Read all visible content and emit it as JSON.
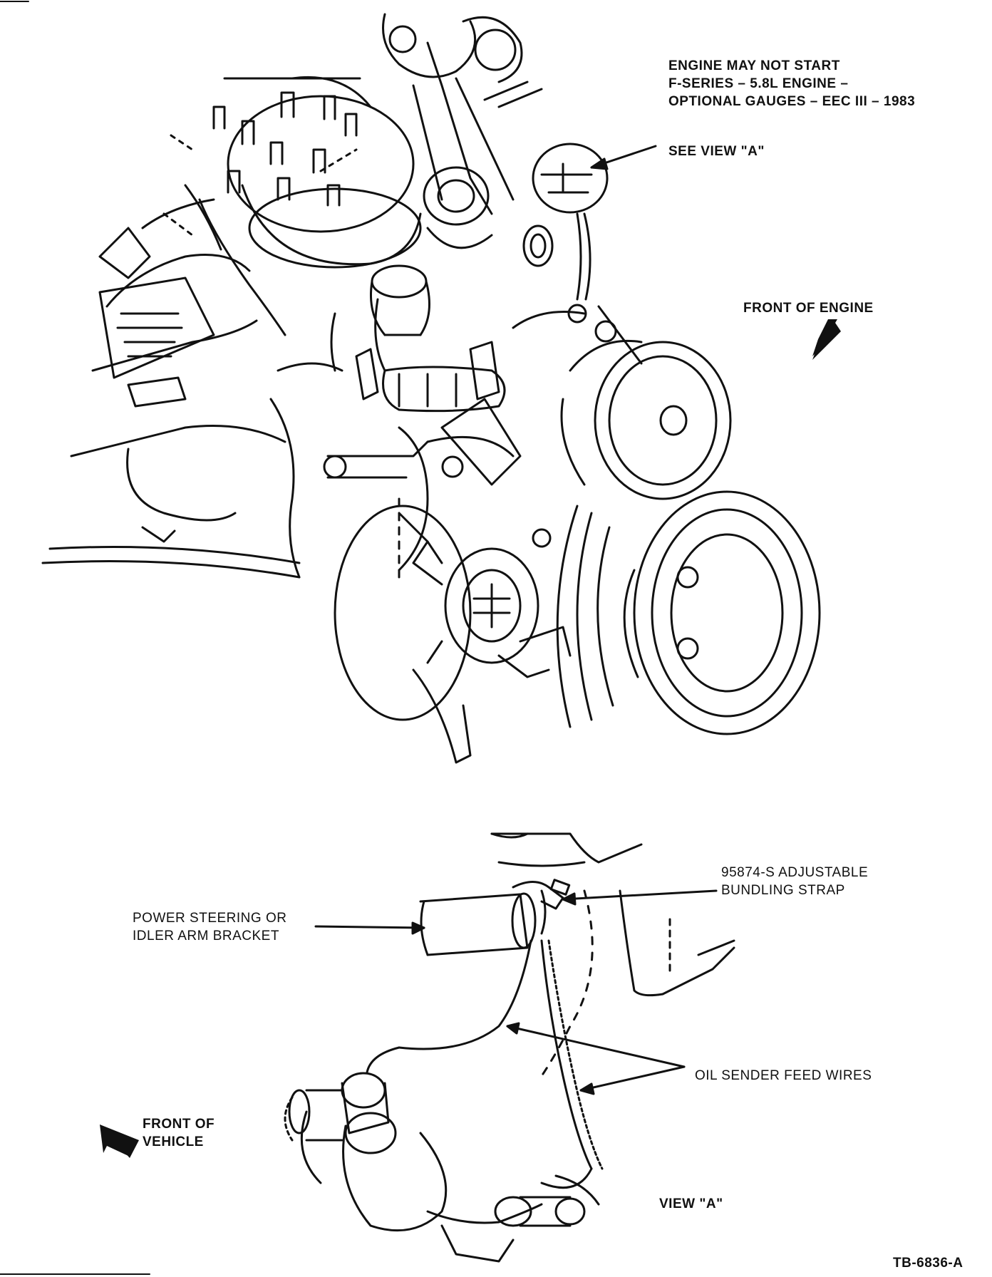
{
  "title": {
    "line1": "ENGINE MAY NOT START",
    "line2": "F-SERIES – 5.8L ENGINE –",
    "line3": "OPTIONAL GAUGES – EEC III – 1983"
  },
  "callouts": {
    "see_view": "SEE VIEW \"A\"",
    "front_of_engine": "FRONT OF ENGINE",
    "strap_line1": "95874-S ADJUSTABLE",
    "strap_line2": "BUNDLING STRAP",
    "bracket_line1": "POWER STEERING OR",
    "bracket_line2": "IDLER ARM BRACKET",
    "feed_wires": "OIL SENDER FEED WIRES",
    "front_of_vehicle_line1": "FRONT OF",
    "front_of_vehicle_line2": "VEHICLE",
    "view_a": "VIEW \"A\""
  },
  "figure_number": "TB-6836-A"
}
